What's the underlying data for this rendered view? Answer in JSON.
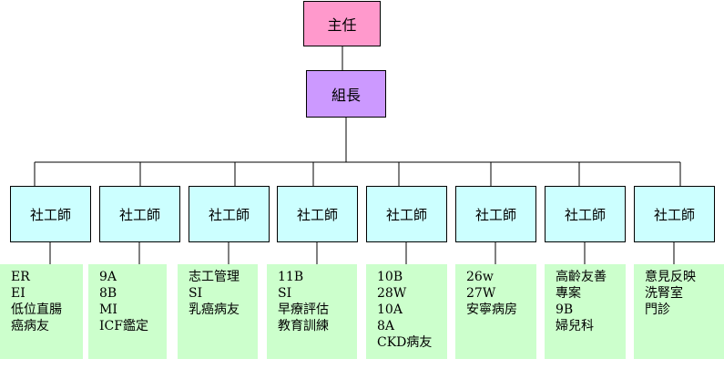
{
  "director": "主任",
  "leader": "組長",
  "social_worker_label": "社工師",
  "units": [
    {
      "duties": [
        "ER",
        "EI",
        "低位直腸",
        "癌病友"
      ]
    },
    {
      "duties": [
        "9A",
        "8B",
        "MI",
        "ICF鑑定"
      ]
    },
    {
      "duties": [
        "志工管理",
        "SI",
        "乳癌病友"
      ]
    },
    {
      "duties": [
        "11B",
        "SI",
        "早療評估",
        "教育訓練"
      ]
    },
    {
      "duties": [
        "10B",
        "28W",
        "10A",
        "8A",
        "CKD病友"
      ]
    },
    {
      "duties": [
        "26w",
        "27W",
        "安寧病房"
      ]
    },
    {
      "duties": [
        "高齡友善",
        "專案",
        "9B",
        "婦兒科"
      ]
    },
    {
      "duties": [
        "意見反映",
        "洗腎室",
        "門診"
      ]
    }
  ],
  "colors": {
    "director_fill": "#ff99cc",
    "leader_fill": "#cc99ff",
    "social_worker_fill": "#ccffff",
    "duty_fill": "#ccffcc"
  }
}
